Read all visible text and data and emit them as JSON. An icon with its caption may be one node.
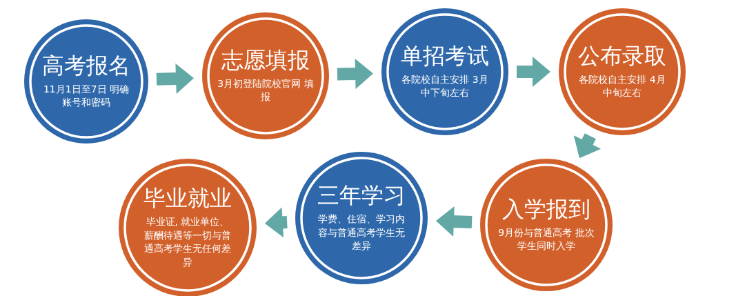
{
  "diagram": {
    "nodes": [
      {
        "text": [
          "高考报名",
          "11月1日至7日 明确账号和密码"
        ]
      },
      {
        "text": [
          "志愿填报",
          "3月初登陆院校官网 填报"
        ]
      },
      {
        "text": [
          "单招考试",
          "各院校自主安排 3月中下旬左右"
        ]
      },
      {
        "text": [
          "公布录取",
          "各院校自主安排 4月中旬左右"
        ]
      },
      {
        "text": [
          "入学报到",
          "9月份与普通高考 批次学生同时入学"
        ]
      },
      {
        "text": [
          "三年学习",
          "学费、住宿、学习内容与普通高考学生无差异"
        ]
      },
      {
        "text": [
          "毕业就业",
          "毕业证, 就业单位、薪酬待遇等一切与普通高考学生无任何差异"
        ]
      }
    ],
    "edges": [
      {
        "from": 0,
        "to": 1,
        "arrow": "to"
      },
      {
        "from": 1,
        "to": 2,
        "arrow": "to"
      },
      {
        "from": 2,
        "to": 3,
        "arrow": "to"
      },
      {
        "from": 3,
        "to": 4,
        "arrow": "to"
      },
      {
        "from": 4,
        "to": 5,
        "arrow": "to"
      },
      {
        "from": 5,
        "to": 6,
        "arrow": "to"
      }
    ]
  }
}
